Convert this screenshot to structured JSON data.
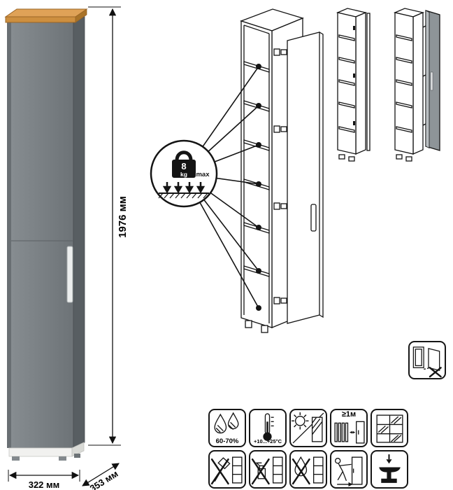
{
  "dimensions": {
    "height": "1976 мм",
    "width": "322 мм",
    "depth": "353 мм"
  },
  "load_limit": {
    "value": "8",
    "unit": "kg",
    "max_label": "max"
  },
  "care": {
    "humidity_label": "60-70%",
    "temperature_label": "+10...+25°C",
    "distance_label": "≥1м"
  },
  "icons": {
    "standalone": "door-installation-warning",
    "row2": [
      "humidity-drops",
      "thermometer",
      "no-direct-sunlight",
      "heat-source-distance",
      "panel-grid"
    ],
    "row3": [
      "no-sharp-tools",
      "no-abrasive-cleaners",
      "no-excess-water",
      "move-carefully",
      "no-heavy-load"
    ]
  },
  "colors": {
    "cabinet_front": "#7b8286",
    "cabinet_side": "#585e62",
    "wood_top": "#dfa257",
    "handle": "#eceeee",
    "outline": "#141414"
  }
}
